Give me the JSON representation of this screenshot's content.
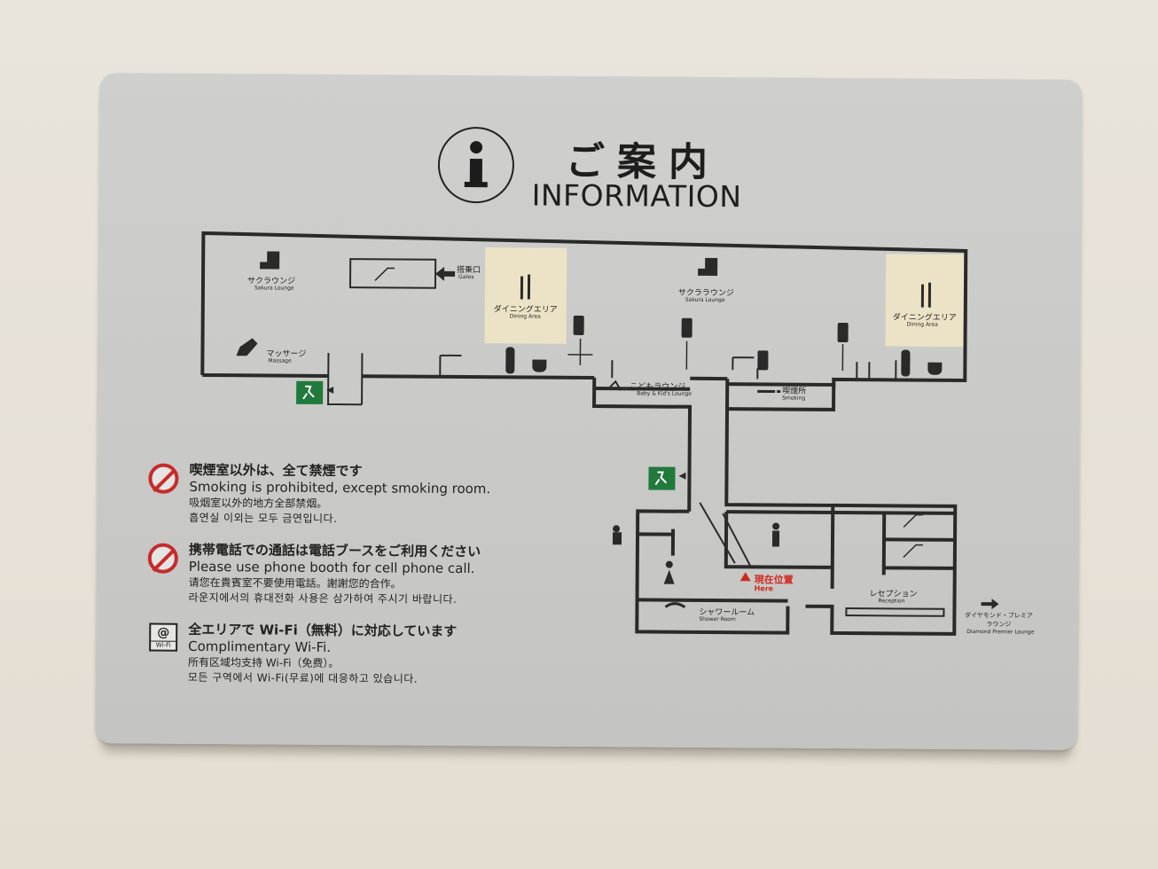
{
  "title": {
    "jp": "ご案内",
    "en": "INFORMATION"
  },
  "map_labels": {
    "sakura_lounge_left_jp": "サクラウンジ",
    "sakura_lounge_left_en": "Sakura Lounge",
    "gates_jp": "搭乗口",
    "gates_en": "Gates",
    "dining_left_jp": "ダイニングエリア",
    "dining_left_en": "Dining Area",
    "sakura_lounge_center_jp": "サクララウンジ",
    "sakura_lounge_center_en": "Sakura Lounge",
    "dining_right_jp": "ダイニングエリア",
    "dining_right_en": "Dining Area",
    "massage_jp": "マッサージ",
    "massage_en": "Massage",
    "kids_jp": "こどもラウンジ",
    "kids_en": "Baby & Kid's Lounge",
    "smoking_jp": "喫煙所",
    "smoking_en": "Smoking",
    "here_jp": "現在位置",
    "here_en": "Here",
    "reception_jp": "レセプション",
    "reception_en": "Reception",
    "shower_jp": "シャワールーム",
    "shower_en": "Shower Room",
    "diamond_jp": "ダイヤモンド・プレミア ラウンジ",
    "diamond_en": "Diamond Premier Lounge"
  },
  "notices": [
    {
      "icon": "no-smoking-icon",
      "head": "喫煙室以外は、全て禁煙です",
      "en": "Smoking is prohibited, except smoking room.",
      "zh": "吸烟室以外的地方全部禁烟。",
      "ko": "흡연실 이외는 모두 금연입니다."
    },
    {
      "icon": "no-phone-icon",
      "head": "携帯電話での通話は電話ブースをご利用ください",
      "en": "Please use phone booth for cell phone call.",
      "zh": "请您在貴賓室不要使用電話。謝謝您的合作。",
      "ko": "라운지에서의 휴대전화 사용은 삼가하여 주시기 바랍니다."
    },
    {
      "icon": "wifi-icon",
      "head": "全エリアで Wi-Fi（無料）に対応しています",
      "en": "Complimentary Wi-Fi.",
      "zh": "所有区域均支持 Wi-Fi（免费）。",
      "ko": "모든 구역에서 Wi-Fi(무료)에 대응하고 있습니다."
    }
  ],
  "wifi_badge": {
    "symbol": "@",
    "text": "Wi-Fi"
  },
  "colors": {
    "dining_area": "#ece3c6",
    "here_marker": "#d0281e",
    "no_symbol": "#c62b2b",
    "exit_sign": "#1f7a3c"
  }
}
